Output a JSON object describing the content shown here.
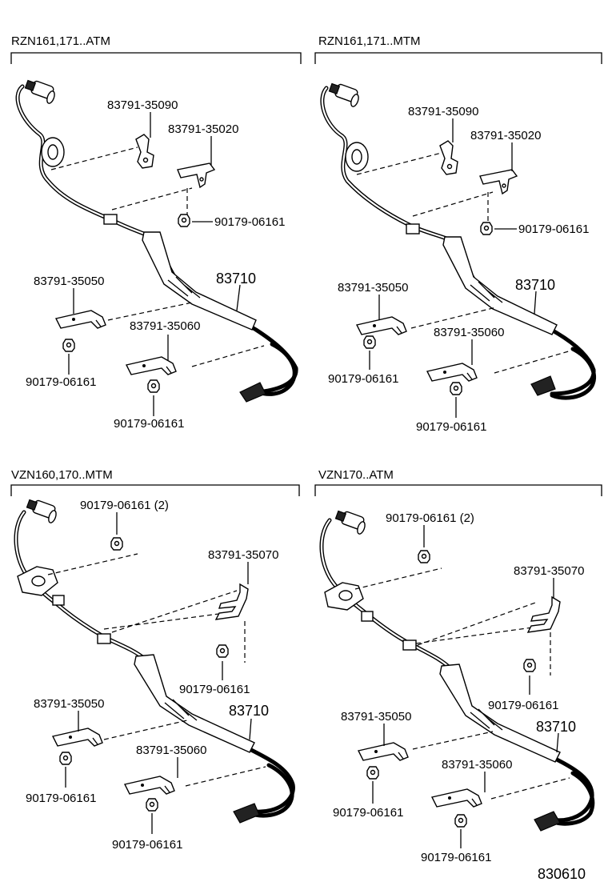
{
  "panels": [
    {
      "title": "RZN161,171..ATM",
      "parts": {
        "bracket_upper": "83791-35090",
        "bracket_upper2": "83791-35020",
        "nut_upper": "90179-06161",
        "sensor": "83710",
        "bracket_mid": "83791-35050",
        "bracket_low": "83791-35060",
        "nut_left": "90179-06161",
        "nut_bottom": "90179-06161"
      }
    },
    {
      "title": "RZN161,171..MTM",
      "parts": {
        "bracket_upper": "83791-35090",
        "bracket_upper2": "83791-35020",
        "nut_upper": "90179-06161",
        "sensor": "83710",
        "bracket_mid": "83791-35050",
        "bracket_low": "83791-35060",
        "nut_left": "90179-06161",
        "nut_bottom": "90179-06161"
      }
    },
    {
      "title": "VZN160,170..MTM",
      "parts": {
        "nut_top": "90179-06161 (2)",
        "bracket_upper": "83791-35070",
        "nut_upper": "90179-06161",
        "sensor": "83710",
        "bracket_mid": "83791-35050",
        "bracket_low": "83791-35060",
        "nut_left": "90179-06161",
        "nut_bottom": "90179-06161"
      }
    },
    {
      "title": "VZN170..ATM",
      "parts": {
        "nut_top": "90179-06161 (2)",
        "bracket_upper": "83791-35070",
        "nut_upper": "90179-06161",
        "sensor": "83710",
        "bracket_mid": "83791-35050",
        "bracket_low": "83791-35060",
        "nut_left": "90179-06161",
        "nut_bottom": "90179-06161"
      }
    }
  ],
  "figure_number": "830610"
}
